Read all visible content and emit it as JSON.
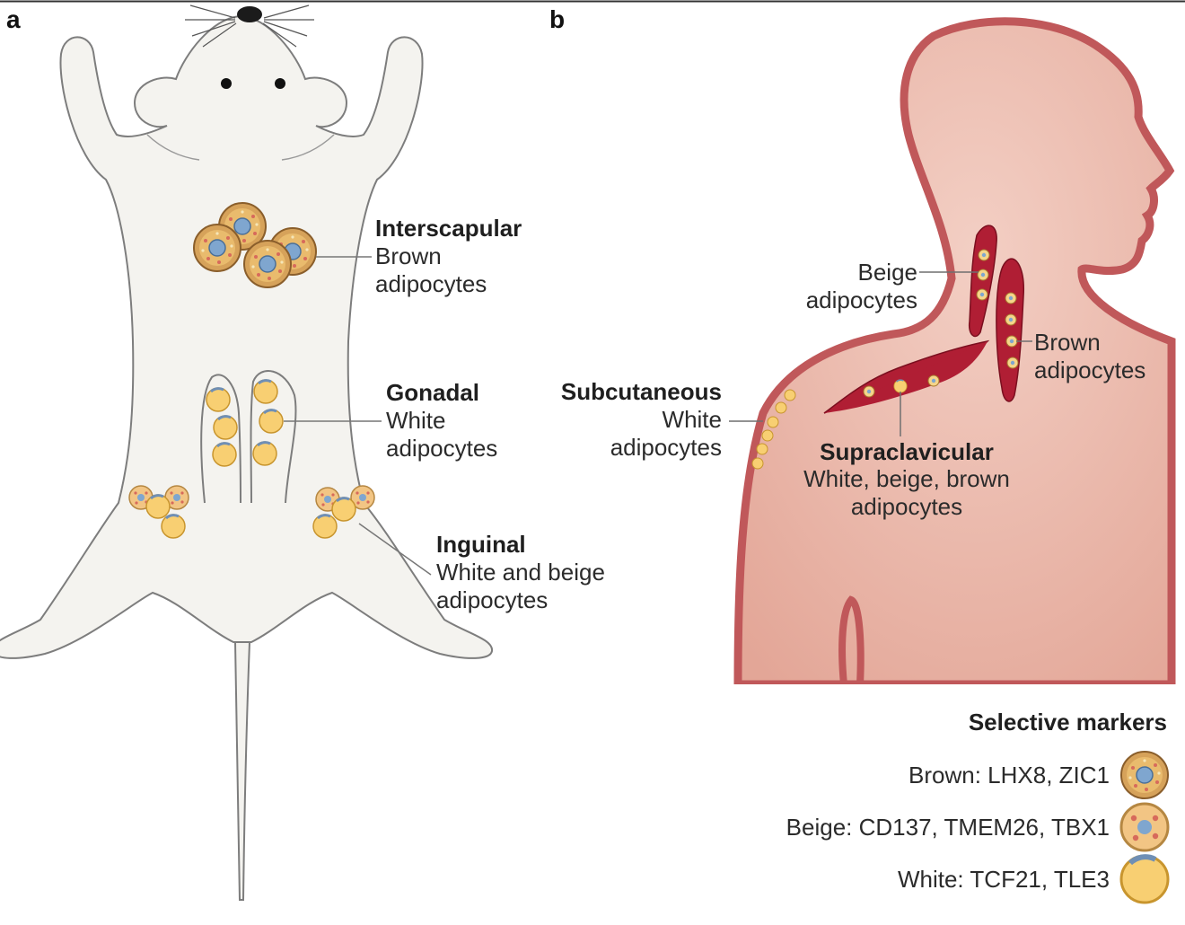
{
  "panels": {
    "a": "a",
    "b": "b"
  },
  "mouse": {
    "interscapular": {
      "title": "Interscapular",
      "line1": "Brown",
      "line2": "adipocytes"
    },
    "gonadal": {
      "title": "Gonadal",
      "line1": "White",
      "line2": "adipocytes"
    },
    "inguinal": {
      "title": "Inguinal",
      "line1": "White and beige",
      "line2": "adipocytes"
    }
  },
  "human": {
    "beige": {
      "line1": "Beige",
      "line2": "adipocytes"
    },
    "brown": {
      "line1": "Brown",
      "line2": "adipocytes"
    },
    "subcutaneous": {
      "title": "Subcutaneous",
      "line1": "White",
      "line2": "adipocytes"
    },
    "supraclavicular": {
      "title": "Supraclavicular",
      "line1": "White, beige, brown",
      "line2": "adipocytes"
    }
  },
  "legend": {
    "title": "Selective markers",
    "items": [
      {
        "label": "Brown: LHX8, ZIC1",
        "icon": "brown-adipocyte-icon"
      },
      {
        "label": "Beige: CD137, TMEM26, TBX1",
        "icon": "beige-adipocyte-icon"
      },
      {
        "label": "White: TCF21, TLE3",
        "icon": "white-adipocyte-icon"
      }
    ]
  },
  "colors": {
    "mouse_body": "#f4f3ef",
    "outline": "#7d7d7d",
    "human_skin": "#e8b4a8",
    "skin_border": "#c0585a",
    "fat_depot": "#b01e34",
    "white_cell": "#f8cf72",
    "brown_cell": "#d39c52",
    "nucleus": "#7fa6cf"
  }
}
